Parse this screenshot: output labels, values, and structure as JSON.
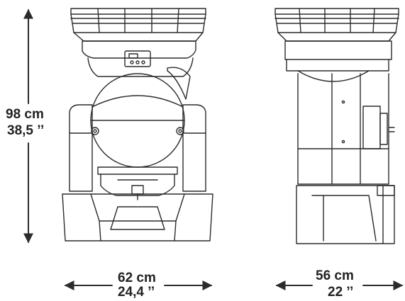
{
  "dimensions": {
    "height": {
      "metric": "98 cm",
      "imperial": "38,5 ’’"
    },
    "front_width": {
      "metric": "62 cm",
      "imperial": "24,4 ’’"
    },
    "side_width": {
      "metric": "56 cm",
      "imperial": "22 ’’"
    }
  },
  "colors": {
    "line": "#2b2b2b",
    "text": "#222222",
    "background": "#ffffff"
  }
}
